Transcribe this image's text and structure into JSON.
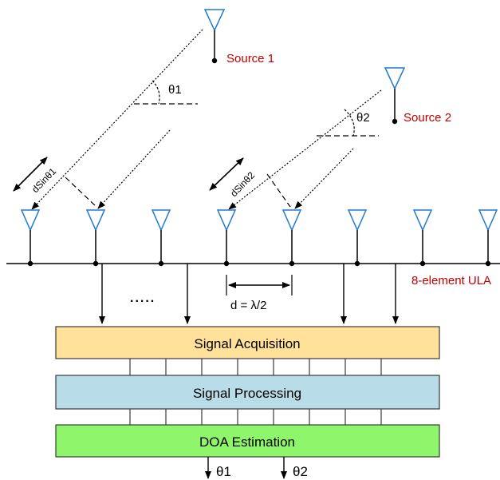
{
  "sources": [
    {
      "label": "Source 1",
      "angle_label": "θ1",
      "path_label": "dSinθ1"
    },
    {
      "label": "Source 2",
      "angle_label": "θ2",
      "path_label": "dSinθ2"
    }
  ],
  "array": {
    "element_count": 8,
    "label": "8-element ULA",
    "spacing_label": "d = λ/2",
    "ellipsis": "....."
  },
  "blocks": [
    {
      "label": "Signal Acquisition",
      "fill": "#ffe199"
    },
    {
      "label": "Signal Processing",
      "fill": "#b9dde8"
    },
    {
      "label": "DOA Estimation",
      "fill": "#8ff56a"
    }
  ],
  "outputs": [
    "θ1",
    "θ2"
  ],
  "colors": {
    "antenna": "#1f7ad1",
    "source_label": "#c00000",
    "line": "#000000"
  }
}
